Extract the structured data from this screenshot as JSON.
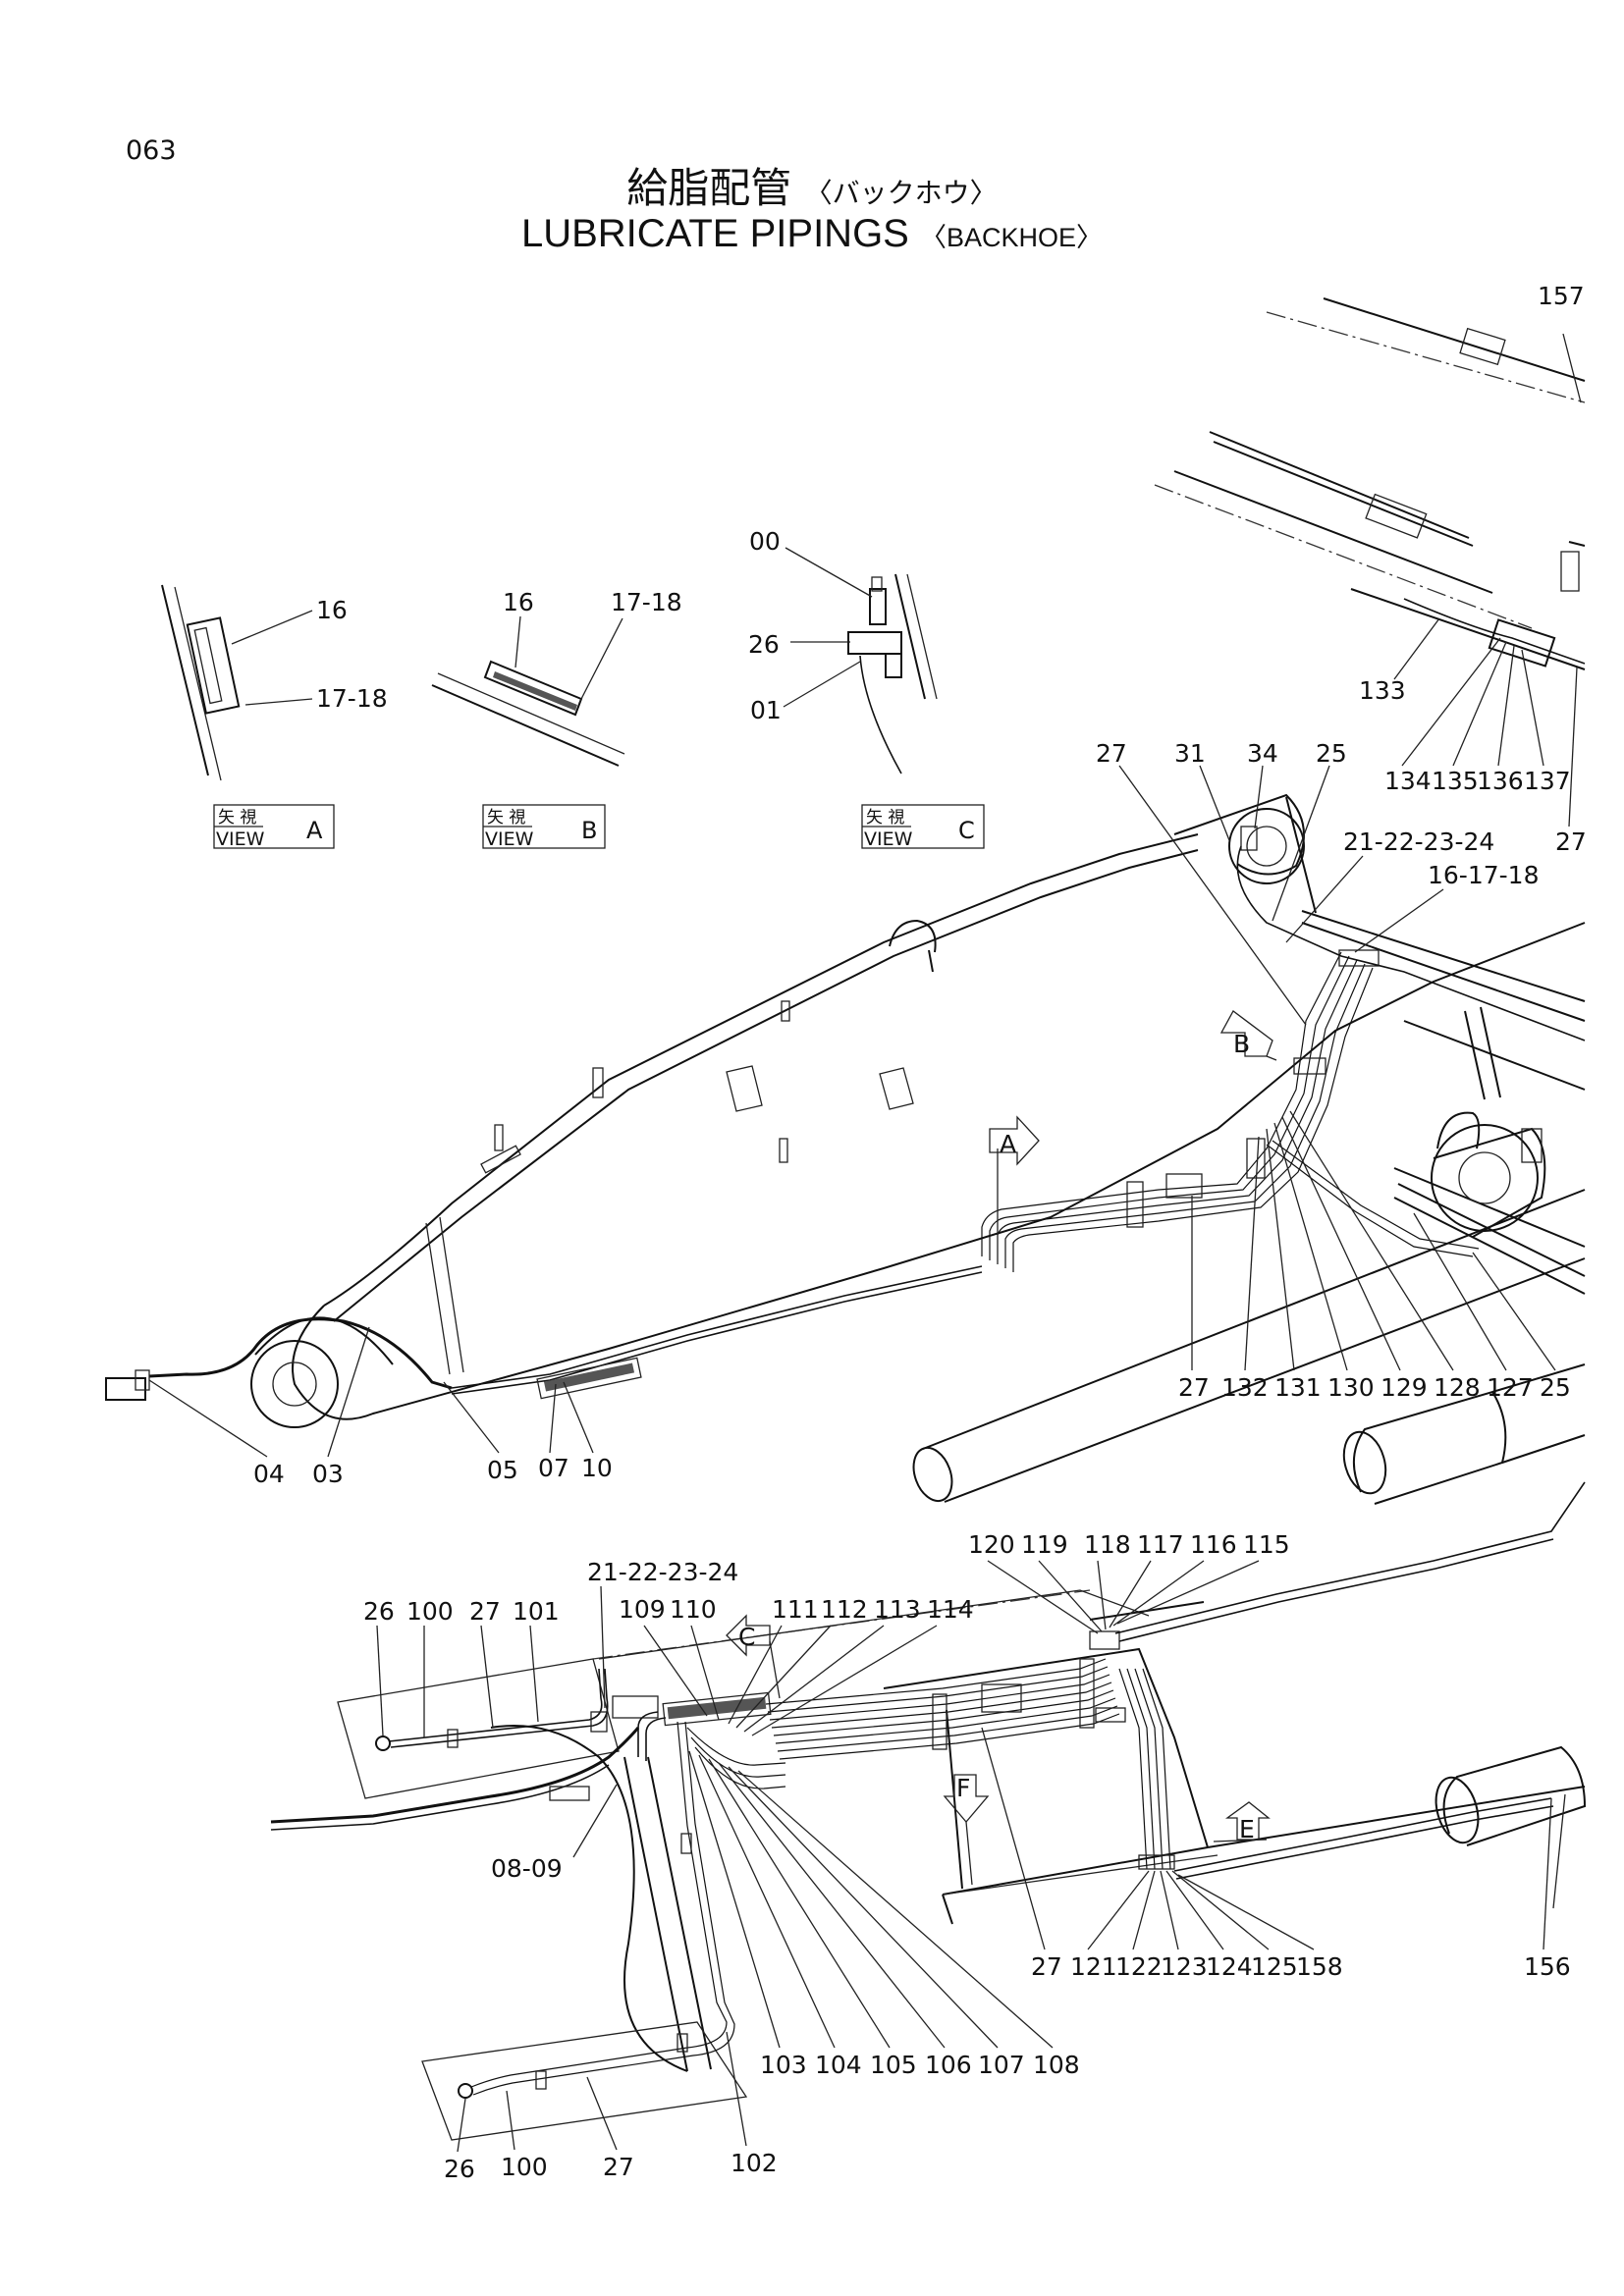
{
  "page_number": "063",
  "title_jp": "給脂配管",
  "title_jp_sub": "〈バックホウ〉",
  "title_en": "LUBRICATE PIPINGS",
  "title_en_sub": "〈BACKHOE〉",
  "views": [
    {
      "jp": "矢 視",
      "en": "VIEW",
      "letter": "A"
    },
    {
      "jp": "矢 視",
      "en": "VIEW",
      "letter": "B"
    },
    {
      "jp": "矢 視",
      "en": "VIEW",
      "letter": "C"
    }
  ],
  "arrow_markers": [
    "A",
    "B",
    "C",
    "E",
    "F"
  ],
  "callouts": {
    "va_16": "16",
    "va_1718": "17-18",
    "vb_16": "16",
    "vb_1718": "17-18",
    "vc_00": "00",
    "vc_26": "26",
    "vc_01": "01",
    "c157": "157",
    "c133": "133",
    "c134": "134",
    "c135": "135",
    "c136": "136",
    "c137": "137",
    "c27_tr": "27",
    "c27_top": "27",
    "c31": "31",
    "c34": "34",
    "c25_top": "25",
    "c21_24_top": "21-22-23-24",
    "c16_18": "16-17-18",
    "c27_mid": "27",
    "c132": "132",
    "c131": "131",
    "c130": "130",
    "c129": "129",
    "c128": "128",
    "c127": "127",
    "c25_mid": "25",
    "c04": "04",
    "c03": "03",
    "c05": "05",
    "c07": "07",
    "c10": "10",
    "c21_24_low": "21-22-23-24",
    "c26_a": "26",
    "c100_a": "100",
    "c27_a": "27",
    "c101": "101",
    "c109": "109",
    "c110": "110",
    "c111": "111",
    "c112": "112",
    "c113": "113",
    "c114": "114",
    "c120": "120",
    "c119": "119",
    "c118": "118",
    "c117": "117",
    "c116": "116",
    "c115": "115",
    "c08_09": "08-09",
    "c27_b": "27",
    "c121": "121",
    "c122": "122",
    "c123": "123",
    "c124": "124",
    "c125": "125",
    "c158": "158",
    "c156": "156",
    "c103": "103",
    "c104": "104",
    "c105": "105",
    "c106": "106",
    "c107": "107",
    "c108": "108",
    "c26_b": "26",
    "c100_b": "100",
    "c27_c": "27",
    "c102": "102"
  }
}
